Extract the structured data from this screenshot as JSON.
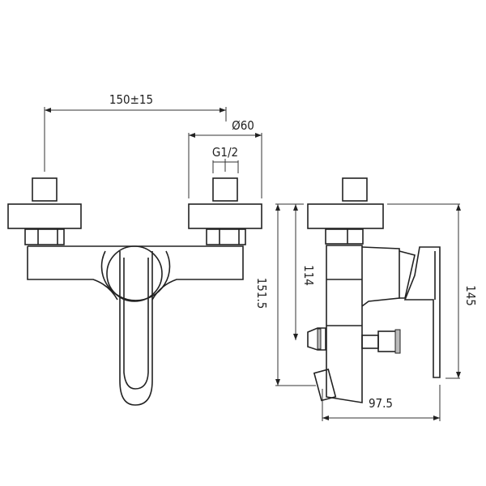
{
  "drawing": {
    "dimensions": {
      "connection_spacing": "150±15",
      "flange_diameter": "Ø60",
      "thread": "G1/2",
      "total_height": "151.5",
      "inlet_height": "114",
      "side_height": "145",
      "projection": "97.5"
    },
    "colors": {
      "line": "#222222",
      "background": "#ffffff"
    }
  }
}
